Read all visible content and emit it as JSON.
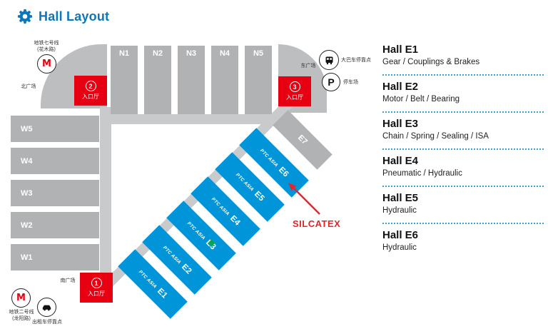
{
  "header": {
    "title": "Hall Layout"
  },
  "icons": {
    "metro": "M",
    "parking": "P"
  },
  "map": {
    "n_halls": [
      "N1",
      "N2",
      "N3",
      "N4",
      "N5"
    ],
    "w_halls": [
      "W5",
      "W4",
      "W3",
      "W2",
      "W1"
    ],
    "e_halls": [
      {
        "brand": "PTC ASIA",
        "code": "E1"
      },
      {
        "brand": "PTC ASIA",
        "code": "E2"
      },
      {
        "brand": "PTC ASIA",
        "code": "E3"
      },
      {
        "brand": "PTC ASIA",
        "code": "E4"
      },
      {
        "brand": "PTC ASIA",
        "code": "E5"
      },
      {
        "brand": "PTC ASIA",
        "code": "E6"
      }
    ],
    "e7_code": "E7",
    "entrances": [
      {
        "number": "1",
        "label": "入口厅"
      },
      {
        "number": "2",
        "label": "入口厅"
      },
      {
        "number": "3",
        "label": "入口厅"
      }
    ],
    "plazas": {
      "north": "北广场",
      "east": "东广场",
      "south": "南广场"
    },
    "transport": {
      "metro_line7": {
        "name": "地铁七号线",
        "station": "(花木路)"
      },
      "metro_line2": {
        "name": "地铁二号线",
        "station": "(龙阳路)"
      },
      "bus_stop": "大巴车停靠点",
      "parking": "停车场",
      "taxi_stand": "出租车停靠点"
    },
    "annotation": {
      "exhibitor": "SILCATEX"
    }
  },
  "legend": {
    "items": [
      {
        "hall": "Hall E1",
        "products": "Gear / Couplings & Brakes"
      },
      {
        "hall": "Hall E2",
        "products": "Motor / Belt / Bearing"
      },
      {
        "hall": "Hall E3",
        "products": "Chain / Spring / Sealing / ISA"
      },
      {
        "hall": "Hall E4",
        "products": "Pneumatic / Hydraulic"
      },
      {
        "hall": "Hall E5",
        "products": "Hydraulic"
      },
      {
        "hall": "Hall E6",
        "products": "Hydraulic"
      }
    ]
  },
  "colors": {
    "accent_blue": "#0c77bd",
    "hall_gray": "#b0b2b3",
    "corridor_gray": "#c9cacb",
    "ptc_blue": "#0095d9",
    "entrance_red": "#e60012",
    "annotation_red": "#e8232a",
    "marker_green": "#00a651",
    "legend_dot_blue": "#3aa0d8"
  }
}
